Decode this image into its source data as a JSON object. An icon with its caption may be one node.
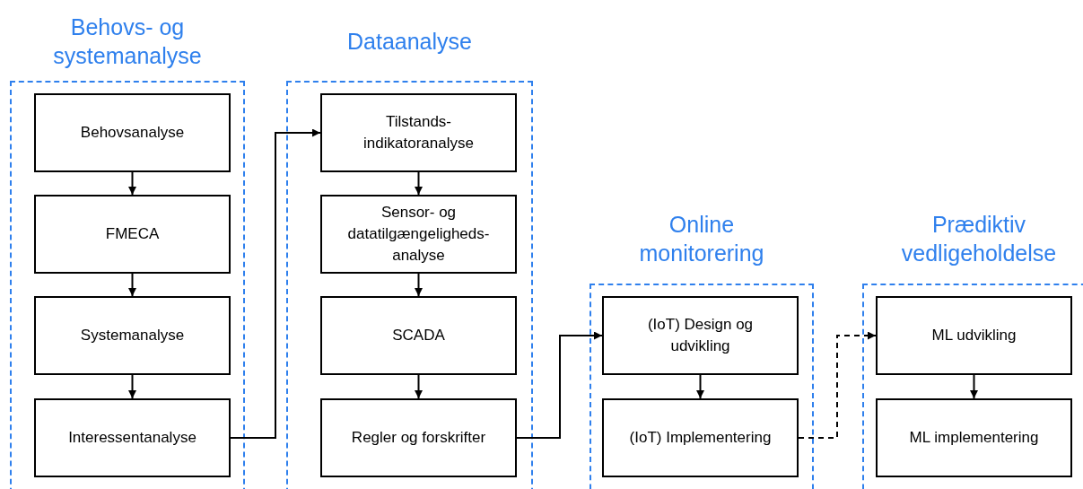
{
  "diagram": {
    "nodes": [
      {
        "text": [
          "Behovs- og systemanalyse"
        ]
      },
      {
        "text": [
          "Behovsanalyse"
        ],
        "in": 0
      },
      {
        "text": [
          "FMECA"
        ],
        "in": 0
      },
      {
        "text": [
          "Systemanalyse"
        ],
        "in": 0
      },
      {
        "text": [
          "Interessentanalyse"
        ],
        "in": 0
      },
      {
        "text": [
          "Dataanalyse"
        ]
      },
      {
        "text": [
          "Tilstands- indikatoranalyse"
        ],
        "in": 5
      },
      {
        "text": [
          "Sensor- og datatilgængeligheds- analyse"
        ],
        "in": 5
      },
      {
        "text": [
          "SCADA"
        ],
        "in": 5
      },
      {
        "text": [
          "Regler og forskrifter"
        ],
        "in": 5
      },
      {
        "text": [
          "Online monitorering"
        ]
      },
      {
        "text": [
          "(IoT) Design og udvikling"
        ],
        "in": 10
      },
      {
        "text": [
          "(IoT) Implementering"
        ],
        "in": 10
      },
      {
        "text": [
          "Prædiktiv vedligeholdelse"
        ]
      },
      {
        "text": [
          "ML udvikling"
        ],
        "in": 13
      },
      {
        "text": [
          "ML implementering"
        ],
        "in": 13
      }
    ],
    "edges": [
      {
        "from": 1,
        "to": 2,
        "arrow": "to"
      },
      {
        "from": 2,
        "to": 3,
        "arrow": "to"
      },
      {
        "from": 3,
        "to": 4,
        "arrow": "to"
      },
      {
        "from": 4,
        "to": 6,
        "arrow": "to"
      },
      {
        "from": 6,
        "to": 7,
        "arrow": "to"
      },
      {
        "from": 7,
        "to": 8,
        "arrow": "to"
      },
      {
        "from": 8,
        "to": 9,
        "arrow": "to"
      },
      {
        "from": 9,
        "to": 11,
        "arrow": "to"
      },
      {
        "from": 11,
        "to": 12,
        "arrow": "to"
      },
      {
        "from": 12,
        "to": 14,
        "arrow": "to",
        "style": "dashed"
      },
      {
        "from": 14,
        "to": 15,
        "arrow": "to"
      }
    ]
  }
}
